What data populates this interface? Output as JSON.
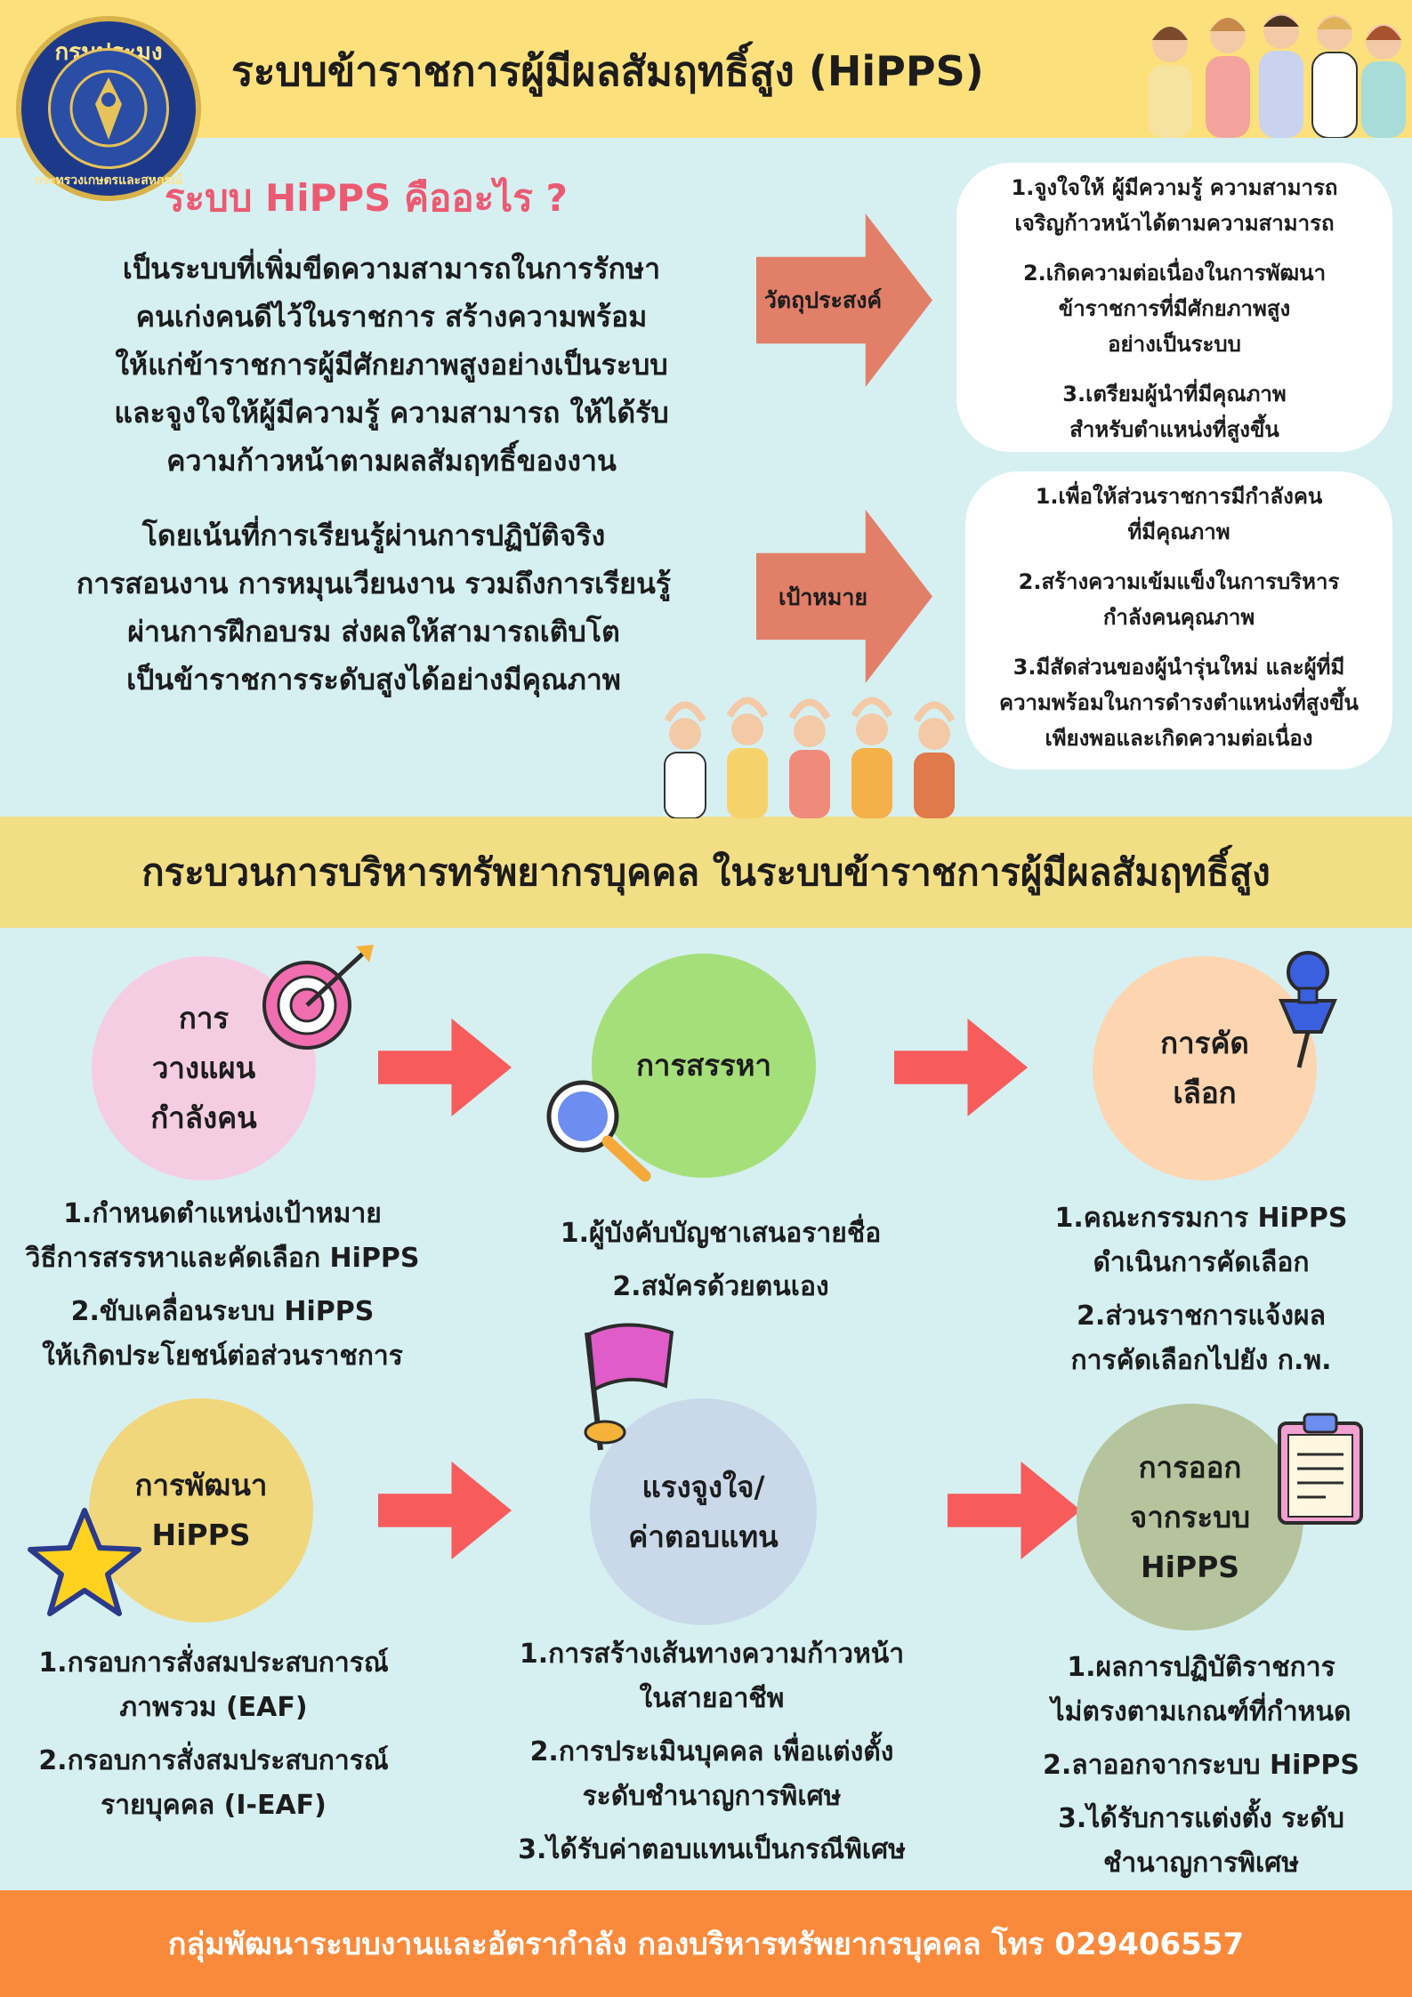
{
  "header": {
    "logo_text_top": "กรมประมง",
    "logo_text_bottom": "กระทรวงเกษตรและสหกรณ์",
    "title": "ระบบข้าราชการผู้มีผลสัมฤทธิ์สูง (HiPPS)"
  },
  "intro": {
    "question": "ระบบ HiPPS คืออะไร ?",
    "paragraph1": [
      "เป็นระบบที่เพิ่มขีดความสามารถในการรักษา",
      "คนเก่งคนดีไว้ในราชการ สร้างความพร้อม",
      "ให้แก่ข้าราชการผู้มีศักยภาพสูงอย่างเป็นระบบ",
      "และจูงใจให้ผู้มีความรู้ ความสามารถ ให้ได้รับ",
      "ความก้าวหน้าตามผลสัมฤทธิ์ของงาน"
    ],
    "paragraph2": [
      "โดยเน้นที่การเรียนรู้ผ่านการปฏิบัติจริง",
      "การสอนงาน การหมุนเวียนงาน รวมถึงการเรียนรู้",
      "ผ่านการฝึกอบรม ส่งผลให้สามารถเติบโต",
      "เป็นข้าราชการระดับสูงได้อย่างมีคุณภาพ"
    ]
  },
  "objective": {
    "label": "วัตถุประสงค์",
    "items": [
      [
        "1.จูงใจให้ ผู้มีความรู้ ความสามารถ",
        "เจริญก้าวหน้าได้ตามความสามารถ"
      ],
      [
        "2.เกิดความต่อเนื่องในการพัฒนา",
        "ข้าราชการที่มีศักยภาพสูง",
        "อย่างเป็นระบบ"
      ],
      [
        "3.เตรียมผู้นำที่มีคุณภาพ",
        "สำหรับตำแหน่งที่สูงขึ้น"
      ]
    ]
  },
  "goal": {
    "label": "เป้าหมาย",
    "items": [
      [
        "1.เพื่อให้ส่วนราชการมีกำลังคน",
        "ที่มีคุณภาพ"
      ],
      [
        "2.สร้างความเข้มแข็งในการบริหาร",
        "กำลังคนคุณภาพ"
      ],
      [
        "3.มีสัดส่วนของผู้นำรุ่นใหม่ และผู้ที่มี",
        "ความพร้อมในการดำรงตำแหน่งที่สูงขึ้น",
        "เพียงพอและเกิดความต่อเนื่อง"
      ]
    ]
  },
  "process": {
    "title": "กระบวนการบริหารทรัพยากรบุคคล ในระบบข้าราชการผู้มีผลสัมฤทธิ์สูง",
    "steps": [
      {
        "label": [
          "การ",
          "วางแผน",
          "กำลังคน"
        ],
        "color": "#f5cde3",
        "items": [
          [
            "1.กำหนดตำแหน่งเป้าหมาย",
            "วิธีการสรรหาและคัดเลือก HiPPS"
          ],
          [
            "2.ขับเคลื่อนระบบ HiPPS",
            "ให้เกิดประโยชน์ต่อส่วนราชการ"
          ]
        ]
      },
      {
        "label": [
          "การสรรหา"
        ],
        "color": "#a5df7a",
        "items": [
          [
            "1.ผู้บังคับบัญชาเสนอรายชื่อ"
          ],
          [
            "2.สมัครด้วยตนเอง"
          ]
        ]
      },
      {
        "label": [
          "การคัด",
          "เลือก"
        ],
        "color": "#fdd5b0",
        "items": [
          [
            "1.คณะกรรมการ HiPPS",
            "ดำเนินการคัดเลือก"
          ],
          [
            "2.ส่วนราชการแจ้งผล",
            "การคัดเลือกไปยัง ก.พ."
          ]
        ]
      },
      {
        "label": [
          "การพัฒนา",
          "HiPPS"
        ],
        "color": "#f0d77c",
        "items": [
          [
            "1.กรอบการสั่งสมประสบการณ์",
            "ภาพรวม (EAF)"
          ],
          [
            "2.กรอบการสั่งสมประสบการณ์",
            "รายบุคคล (I-EAF)"
          ]
        ]
      },
      {
        "label": [
          "แรงจูงใจ/",
          "ค่าตอบแทน"
        ],
        "color": "#c9d9ea",
        "items": [
          [
            "1.การสร้างเส้นทางความก้าวหน้า",
            "ในสายอาชีพ"
          ],
          [
            "2.การประเมินบุคคล เพื่อแต่งตั้ง",
            "ระดับชำนาญการพิเศษ"
          ],
          [
            "3.ได้รับค่าตอบแทนเป็นกรณีพิเศษ"
          ]
        ]
      },
      {
        "label": [
          "การออก",
          "จากระบบ",
          "HiPPS"
        ],
        "color": "#b6c49d",
        "items": [
          [
            "1.ผลการปฏิบัติราชการ",
            "ไม่ตรงตามเกณฑ์ที่กำหนด"
          ],
          [
            "2.ลาออกจากระบบ HiPPS"
          ],
          [
            "3.ได้รับการแต่งตั้ง ระดับ",
            "ชำนาญการพิเศษ"
          ]
        ]
      }
    ]
  },
  "footer": {
    "text": "กลุ่มพัฒนาระบบงานและอัตรากำลัง กองบริหารทรัพยากรบุคคล โทร 029406557"
  }
}
